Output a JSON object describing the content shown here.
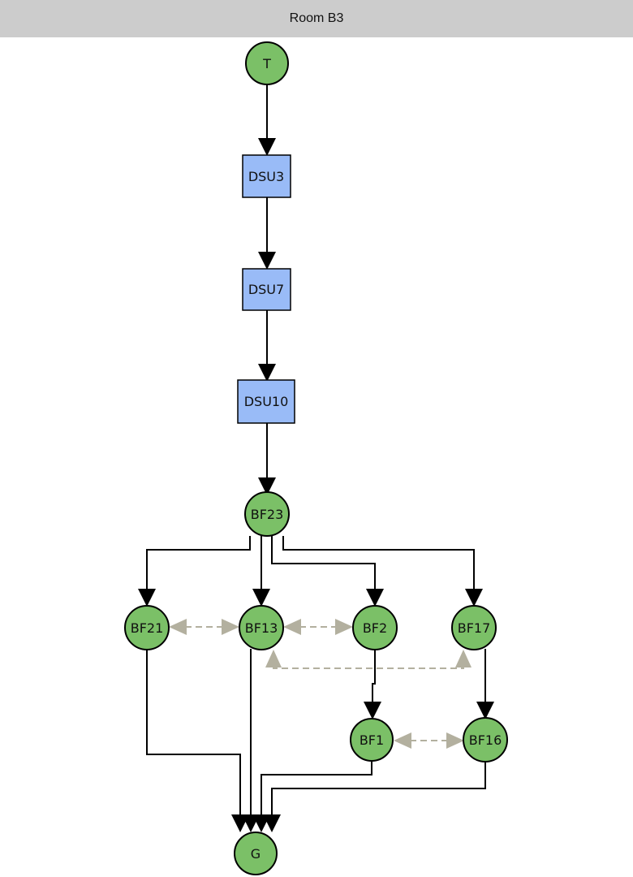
{
  "header": {
    "title": "Room B3"
  },
  "colors": {
    "header_bg": "#cccccc",
    "circle_fill": "#7bc067",
    "box_fill": "#99bbf7",
    "edge": "#000000",
    "link": "#b3b09f"
  },
  "nodes": [
    {
      "id": "T",
      "label": "T",
      "shape": "circle"
    },
    {
      "id": "DSU3",
      "label": "DSU3",
      "shape": "box"
    },
    {
      "id": "DSU7",
      "label": "DSU7",
      "shape": "box"
    },
    {
      "id": "DSU10",
      "label": "DSU10",
      "shape": "box"
    },
    {
      "id": "BF23",
      "label": "BF23",
      "shape": "circle"
    },
    {
      "id": "BF21",
      "label": "BF21",
      "shape": "circle"
    },
    {
      "id": "BF13",
      "label": "BF13",
      "shape": "circle"
    },
    {
      "id": "BF2",
      "label": "BF2",
      "shape": "circle"
    },
    {
      "id": "BF17",
      "label": "BF17",
      "shape": "circle"
    },
    {
      "id": "BF1",
      "label": "BF1",
      "shape": "circle"
    },
    {
      "id": "BF16",
      "label": "BF16",
      "shape": "circle"
    },
    {
      "id": "G",
      "label": "G",
      "shape": "circle"
    }
  ],
  "edges": [
    {
      "from": "T",
      "to": "DSU3",
      "style": "solid"
    },
    {
      "from": "DSU3",
      "to": "DSU7",
      "style": "solid"
    },
    {
      "from": "DSU7",
      "to": "DSU10",
      "style": "solid"
    },
    {
      "from": "DSU10",
      "to": "BF23",
      "style": "solid"
    },
    {
      "from": "BF23",
      "to": "BF21",
      "style": "solid"
    },
    {
      "from": "BF23",
      "to": "BF13",
      "style": "solid"
    },
    {
      "from": "BF23",
      "to": "BF2",
      "style": "solid"
    },
    {
      "from": "BF23",
      "to": "BF17",
      "style": "solid"
    },
    {
      "from": "BF2",
      "to": "BF1",
      "style": "solid"
    },
    {
      "from": "BF17",
      "to": "BF16",
      "style": "solid"
    },
    {
      "from": "BF21",
      "to": "G",
      "style": "solid"
    },
    {
      "from": "BF13",
      "to": "G",
      "style": "solid"
    },
    {
      "from": "BF1",
      "to": "G",
      "style": "solid"
    },
    {
      "from": "BF16",
      "to": "G",
      "style": "solid"
    },
    {
      "from": "BF21",
      "to": "BF13",
      "style": "dashed-bidirectional"
    },
    {
      "from": "BF13",
      "to": "BF2",
      "style": "dashed-bidirectional"
    },
    {
      "from": "BF13",
      "to": "BF17",
      "style": "dashed-bidirectional"
    },
    {
      "from": "BF1",
      "to": "BF16",
      "style": "dashed-bidirectional"
    }
  ]
}
